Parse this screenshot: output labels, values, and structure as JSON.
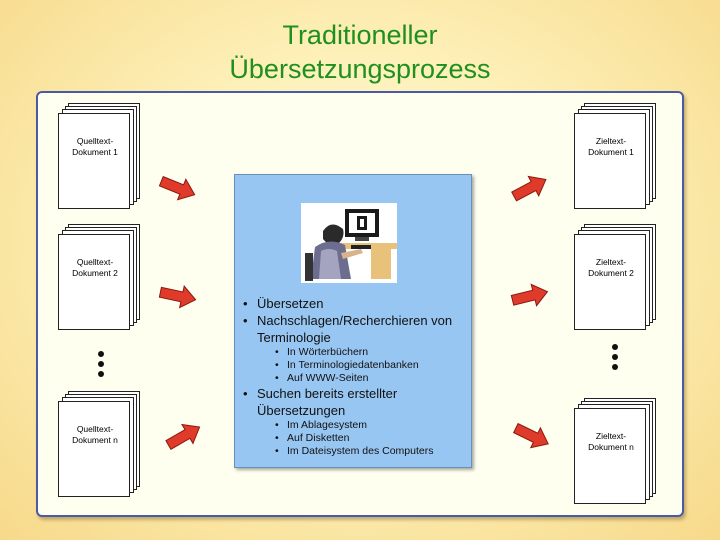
{
  "title": {
    "line1": "Traditioneller",
    "line2": "Übersetzungsprozess"
  },
  "source_docs": [
    {
      "line1": "Quelltext-",
      "line2": "Dokument 1"
    },
    {
      "line1": "Quelltext-",
      "line2": "Dokument 2"
    },
    {
      "line1": "Quelltext-",
      "line2": "Dokument n"
    }
  ],
  "target_docs": [
    {
      "line1": "Zieltext-",
      "line2": "Dokument 1"
    },
    {
      "line1": "Zieltext-",
      "line2": "Dokument 2"
    },
    {
      "line1": "Zieltext-",
      "line2": "Dokument n"
    }
  ],
  "center": {
    "items": [
      {
        "text": "Übersetzen",
        "level": 1
      },
      {
        "text": "Nachschlagen/Recherchieren von Terminologie",
        "level": 1
      },
      {
        "text": "In Wörterbüchern",
        "level": 2
      },
      {
        "text": "In Terminologiedatenbanken",
        "level": 2
      },
      {
        "text": "Auf WWW-Seiten",
        "level": 2
      },
      {
        "text": "Suchen bereits erstellter Übersetzungen",
        "level": 1
      },
      {
        "text": "Im Ablagesystem",
        "level": 2
      },
      {
        "text": "Auf Disketten",
        "level": 2
      },
      {
        "text": "Im Dateisystem des Computers",
        "level": 2
      }
    ]
  },
  "colors": {
    "title": "#1f8f1f",
    "arrow": "#e03a2a",
    "center_box": "#98c6f2",
    "frame_border": "#4a5aa6"
  },
  "icons": [
    "right-arrow-icon",
    "ellipsis-vertical-icon",
    "computer-user-illustration"
  ]
}
